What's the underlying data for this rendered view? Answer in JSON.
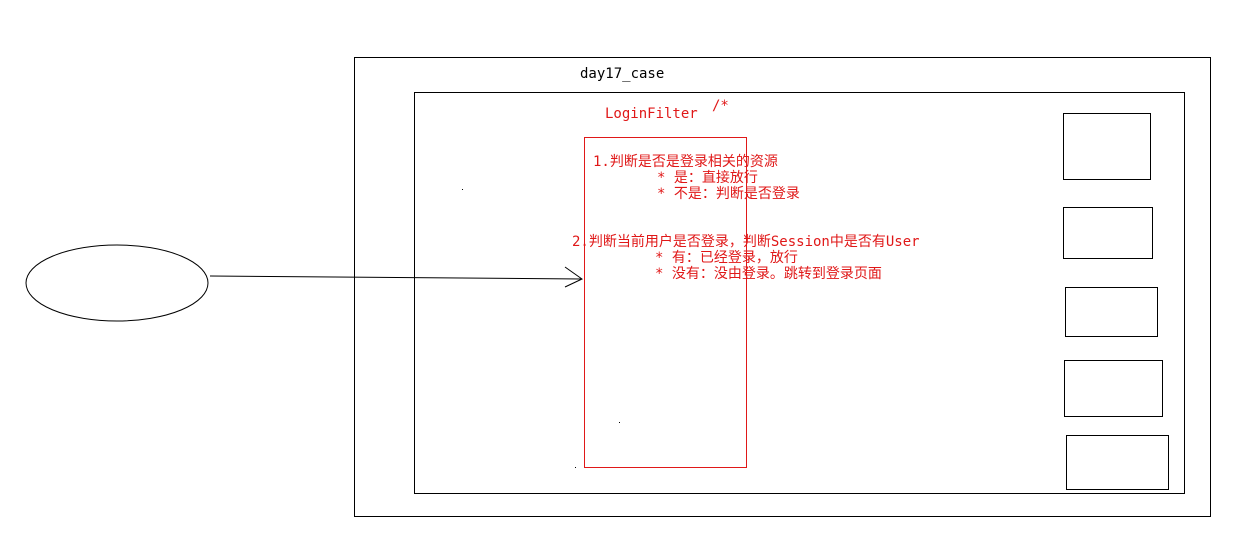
{
  "project": {
    "name": "day17_case"
  },
  "filter": {
    "name": "LoginFilter",
    "url_pattern": "/*",
    "steps": [
      {
        "title": "1.判断是否是登录相关的资源",
        "items": [
          "* 是：直接放行",
          "* 不是：判断是否登录"
        ]
      },
      {
        "title": "2.判断当前用户是否登录，判断Session中是否有User",
        "items": [
          "* 有：已经登录，放行",
          "* 没有：没由登录。跳转到登录页面"
        ]
      }
    ]
  },
  "colors": {
    "lines": "#000000",
    "annotation": "#e01818",
    "background": "#ffffff"
  }
}
